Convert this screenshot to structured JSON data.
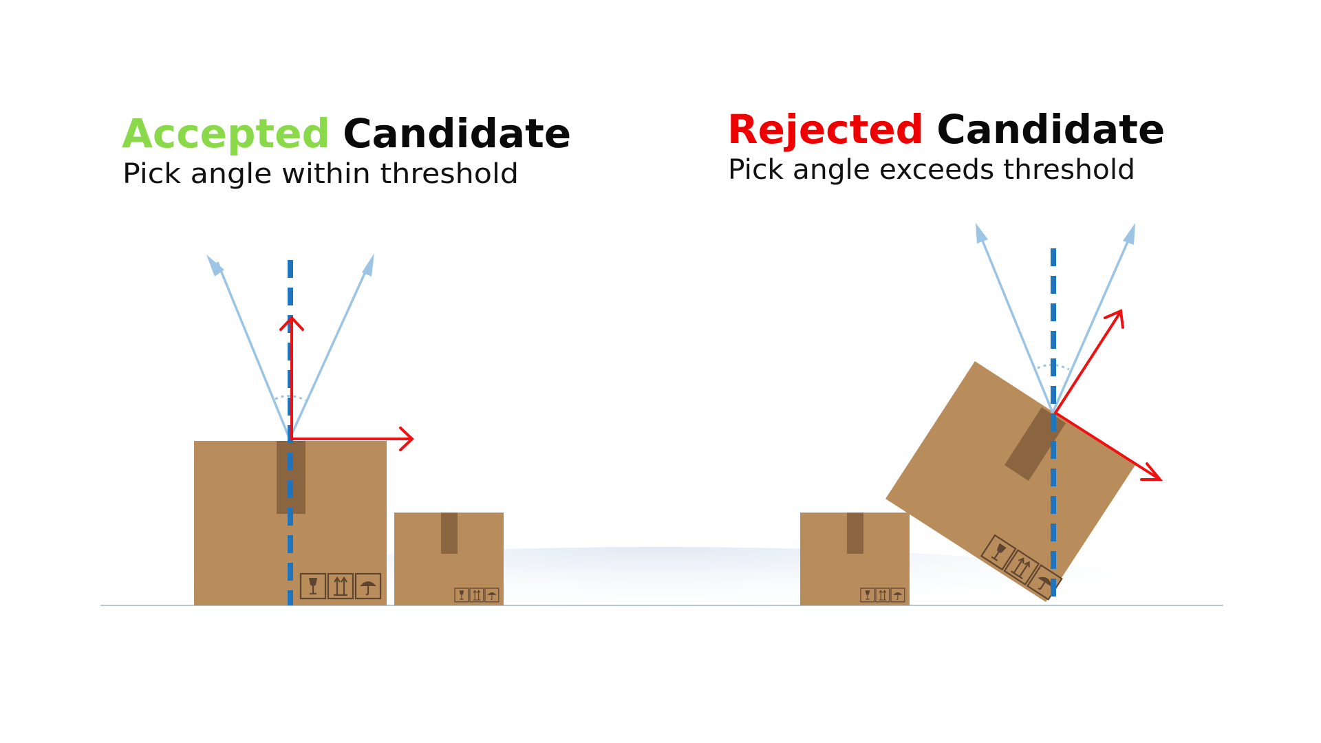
{
  "panels": {
    "accepted": {
      "status_word": "Accepted",
      "title_word": "Candidate",
      "subtitle": "Pick angle within threshold"
    },
    "rejected": {
      "status_word": "Rejected",
      "title_word": "Candidate",
      "subtitle": "Pick angle exceeds threshold"
    }
  },
  "colors": {
    "accepted": "#8ad94a",
    "rejected": "#ee0000",
    "title_dark": "#0a0a0a",
    "box": "#b98c5c",
    "box_tape": "#8a6540",
    "vertical_axis": "#1f75bd",
    "threshold_cone": "#9cc4e4",
    "pick_frame": "#ee1111",
    "ground": "#b8c8d8"
  },
  "icons": [
    "fragile-glass-icon",
    "this-way-up-icon",
    "keep-dry-umbrella-icon"
  ]
}
